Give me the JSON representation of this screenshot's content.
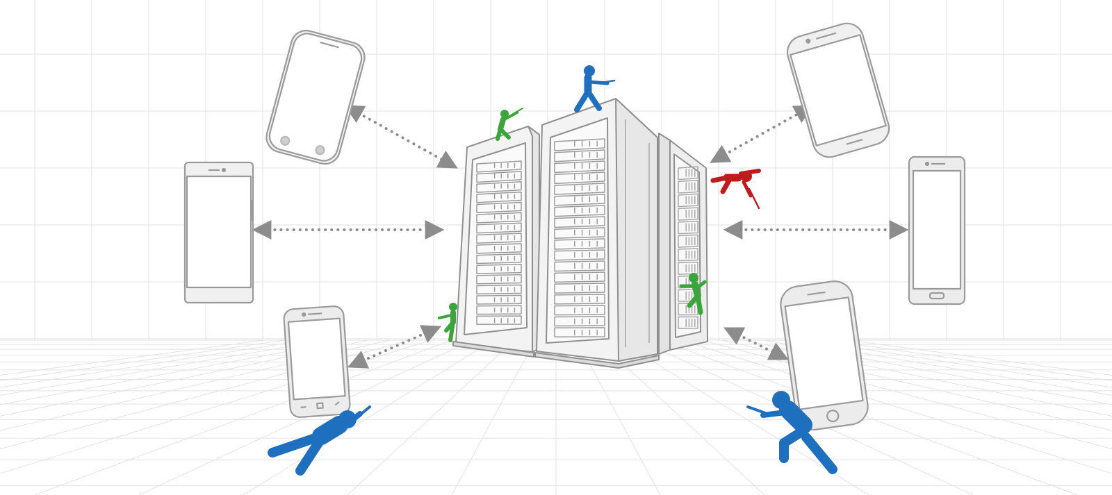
{
  "colors": {
    "background": "#ffffff",
    "grid": "#e2e2e2",
    "device_stroke": "#9a9a9a",
    "device_fill": "#f4f4f4",
    "screen_fill": "#ffffff",
    "rack_stroke": "#8f8f8f",
    "rack_fill": "#f1f1f1",
    "arrow": "#8c8c8c",
    "figure_blue": "#1f6fbf",
    "figure_green": "#3aa53a",
    "figure_red": "#c01a1a"
  },
  "icons": {
    "server": "server-rack-icon",
    "phone": "smartphone-icon",
    "defender": "soldier-figure-icon",
    "attacker": "attacker-figure-icon",
    "link": "bidirectional-dotted-arrow-icon"
  },
  "devices": [
    {
      "id": "phone-top-left"
    },
    {
      "id": "phone-mid-left"
    },
    {
      "id": "phone-bottom-left"
    },
    {
      "id": "phone-top-right"
    },
    {
      "id": "phone-mid-right"
    },
    {
      "id": "phone-bottom-right"
    }
  ],
  "figures": [
    {
      "id": "defender-blue-rack-top",
      "role": "defender",
      "color": "blue"
    },
    {
      "id": "defender-green-rack-left-top",
      "role": "defender",
      "color": "green"
    },
    {
      "id": "defender-green-rack-left-side",
      "role": "defender",
      "color": "green"
    },
    {
      "id": "defender-green-rack-right-side",
      "role": "defender",
      "color": "green"
    },
    {
      "id": "attacker-red-falling",
      "role": "attacker",
      "color": "red"
    },
    {
      "id": "defender-blue-prone-left",
      "role": "defender",
      "color": "blue"
    },
    {
      "id": "defender-blue-kneel-right",
      "role": "defender",
      "color": "blue"
    }
  ]
}
